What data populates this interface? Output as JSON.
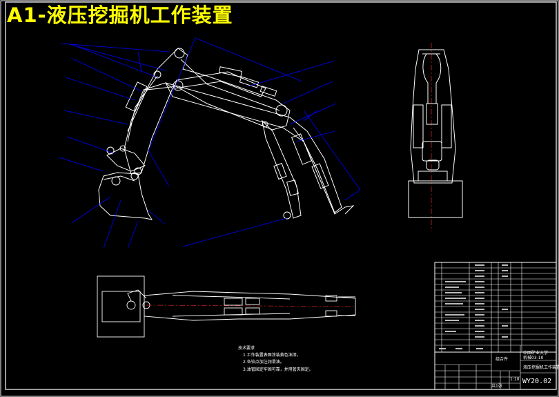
{
  "title": "A1-液压挖掘机工作装置",
  "colors": {
    "background": "#000000",
    "title": "#ffff00",
    "outline": "#ffffff",
    "leader": "#0000ff",
    "center_line": "#cc2222"
  },
  "notes": {
    "heading": "技术要求",
    "line1": "1.工作装置表面涂装黄色油漆。",
    "line2": "2.各铰点加注润滑油。",
    "line3": "3.油管固定牢固可靠，并用管夹固定。"
  },
  "title_block": {
    "school": "中国矿业大学",
    "class": "机械03-10",
    "part_name": "液压挖掘机工作装置",
    "drawing_no": "WY20.02",
    "scale": "1:10",
    "sheet": "共1张",
    "material": "组合件"
  }
}
